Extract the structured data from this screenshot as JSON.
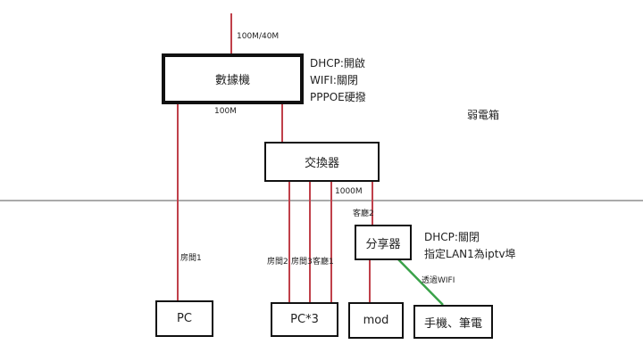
{
  "colors": {
    "wired_line": "#c0404a",
    "wifi_line": "#3aa24a",
    "divider": "#555555",
    "box_border": "#111111"
  },
  "nodes": {
    "modem": {
      "label": "數據機"
    },
    "switch": {
      "label": "交換器"
    },
    "router": {
      "label": "分享器"
    },
    "pc": {
      "label": "PC"
    },
    "pc3": {
      "label": "PC*3"
    },
    "mod": {
      "label": "mod"
    },
    "mobile": {
      "label": "手機、筆電"
    }
  },
  "notes": {
    "modem": [
      "DHCP:開啟",
      "WIFI:關閉",
      "PPPOE硬撥"
    ],
    "router": [
      "DHCP:關閉",
      "指定LAN1為iptv埠"
    ],
    "cabinet": "弱電箱"
  },
  "links": {
    "wan": "100M/40M",
    "modem_out": "100M",
    "switch_out": "1000M",
    "room1": "房間1",
    "room2": "房間2",
    "room3": "房間3",
    "living1": "客廳1",
    "living2": "客廳2",
    "wifi": "透過WIFI"
  }
}
